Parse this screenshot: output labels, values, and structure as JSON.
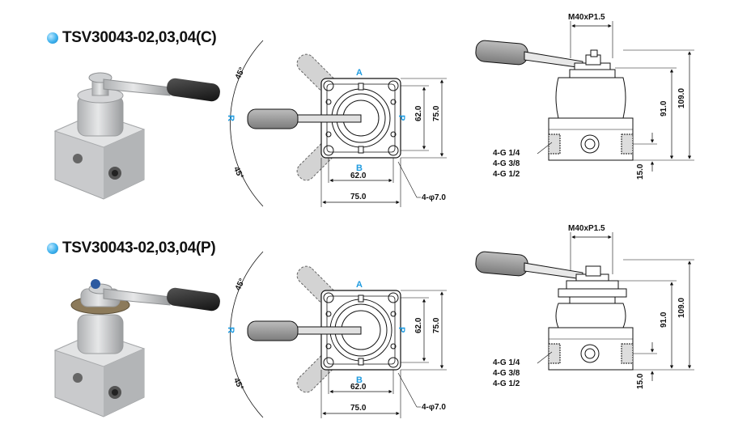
{
  "colors": {
    "port_label": "#1f9be0",
    "bullet": "#3fb2ee",
    "handle": "#777777",
    "body": "#d8d8d8"
  },
  "sections": [
    {
      "model": "TSV30043-02,03,04(C)",
      "ports": {
        "a": "A",
        "b": "B",
        "r": "R",
        "p": "P"
      },
      "angle_top": "45°",
      "angle_bottom": "45°",
      "dims": {
        "inner_v": "62.0",
        "outer_v": "75.0",
        "inner_h": "62.0",
        "outer_h": "75.0",
        "holes": "4-φ7.0",
        "thread": "M40xP1.5",
        "h91": "91.0",
        "h109": "109.0",
        "h15": "15.0",
        "g1": "4-G 1/4",
        "g2": "4-G 3/8",
        "g3": "4-G 1/2"
      }
    },
    {
      "model": "TSV30043-02,03,04(P)",
      "ports": {
        "a": "A",
        "b": "B",
        "r": "R",
        "p": "P"
      },
      "angle_top": "45°",
      "angle_bottom": "45°",
      "dims": {
        "inner_v": "62.0",
        "outer_v": "75.0",
        "inner_h": "62.0",
        "outer_h": "75.0",
        "holes": "4-φ7.0",
        "thread": "M40xP1.5",
        "h91": "91.0",
        "h109": "109.0",
        "h15": "15.0",
        "g1": "4-G 1/4",
        "g2": "4-G 3/8",
        "g3": "4-G 1/2"
      }
    }
  ]
}
